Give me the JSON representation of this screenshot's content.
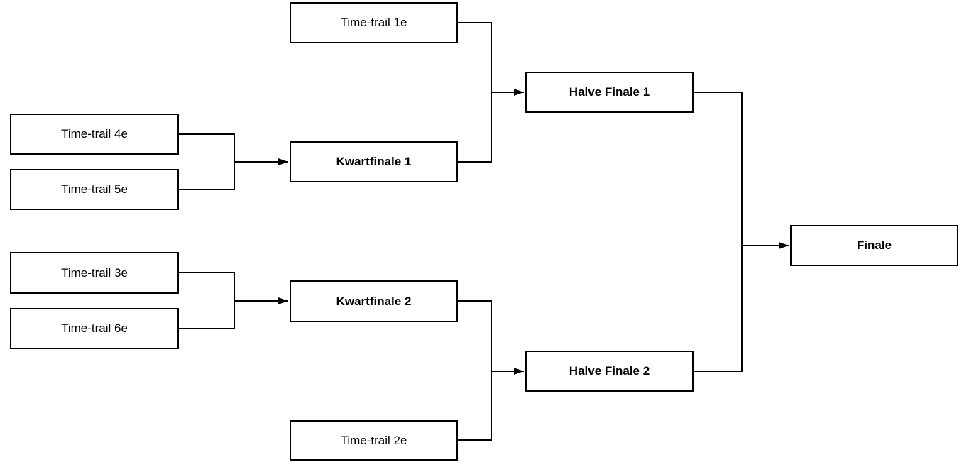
{
  "diagram": {
    "kind": "tournament-bracket",
    "colors": {
      "background": "#ffffff",
      "box_fill": "#ffffff",
      "box_border": "#000000",
      "text": "#000000",
      "line": "#000000"
    },
    "nodes": [
      {
        "id": "time-trail-1e",
        "label": "Time-trail 1e",
        "bold": false
      },
      {
        "id": "time-trail-4e",
        "label": "Time-trail 4e",
        "bold": false
      },
      {
        "id": "time-trail-5e",
        "label": "Time-trail 5e",
        "bold": false
      },
      {
        "id": "kwartfinale-1",
        "label": "Kwartfinale 1",
        "bold": true
      },
      {
        "id": "halve-finale-1",
        "label": "Halve Finale 1",
        "bold": true
      },
      {
        "id": "time-trail-3e",
        "label": "Time-trail 3e",
        "bold": false
      },
      {
        "id": "time-trail-6e",
        "label": "Time-trail 6e",
        "bold": false
      },
      {
        "id": "kwartfinale-2",
        "label": "Kwartfinale 2",
        "bold": true
      },
      {
        "id": "halve-finale-2",
        "label": "Halve Finale 2",
        "bold": true
      },
      {
        "id": "time-trail-2e",
        "label": "Time-trail 2e",
        "bold": false
      },
      {
        "id": "finale",
        "label": "Finale",
        "bold": true
      }
    ],
    "edges": [
      {
        "from": "Time-trail 4e",
        "to": "Kwartfinale 1"
      },
      {
        "from": "Time-trail 5e",
        "to": "Kwartfinale 1"
      },
      {
        "from": "Time-trail 1e",
        "to": "Halve Finale 1"
      },
      {
        "from": "Kwartfinale 1",
        "to": "Halve Finale 1"
      },
      {
        "from": "Time-trail 3e",
        "to": "Kwartfinale 2"
      },
      {
        "from": "Time-trail 6e",
        "to": "Kwartfinale 2"
      },
      {
        "from": "Kwartfinale 2",
        "to": "Halve Finale 2"
      },
      {
        "from": "Time-trail 2e",
        "to": "Halve Finale 2"
      },
      {
        "from": "Halve Finale 1",
        "to": "Finale"
      },
      {
        "from": "Halve Finale 2",
        "to": "Finale"
      }
    ]
  }
}
